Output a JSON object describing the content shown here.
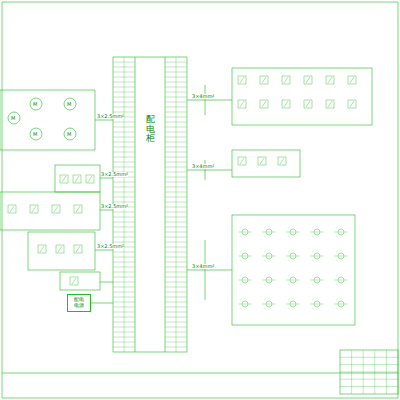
{
  "diagram": {
    "nodes": [
      {
        "text": [
          "配电柜"
        ]
      },
      {
        "text": [
          "配电 电源"
        ]
      }
    ],
    "edges": [
      {
        "from": 1,
        "to": 0,
        "arrow": "none"
      }
    ],
    "labels": [
      "M",
      "M",
      "M",
      "M",
      "M",
      "3×2.5mm²",
      "3×2.5mm²",
      "3×2.5mm²",
      "3×2.5mm²",
      "3×4mm²",
      "3×4mm²",
      "3×4mm²"
    ]
  }
}
